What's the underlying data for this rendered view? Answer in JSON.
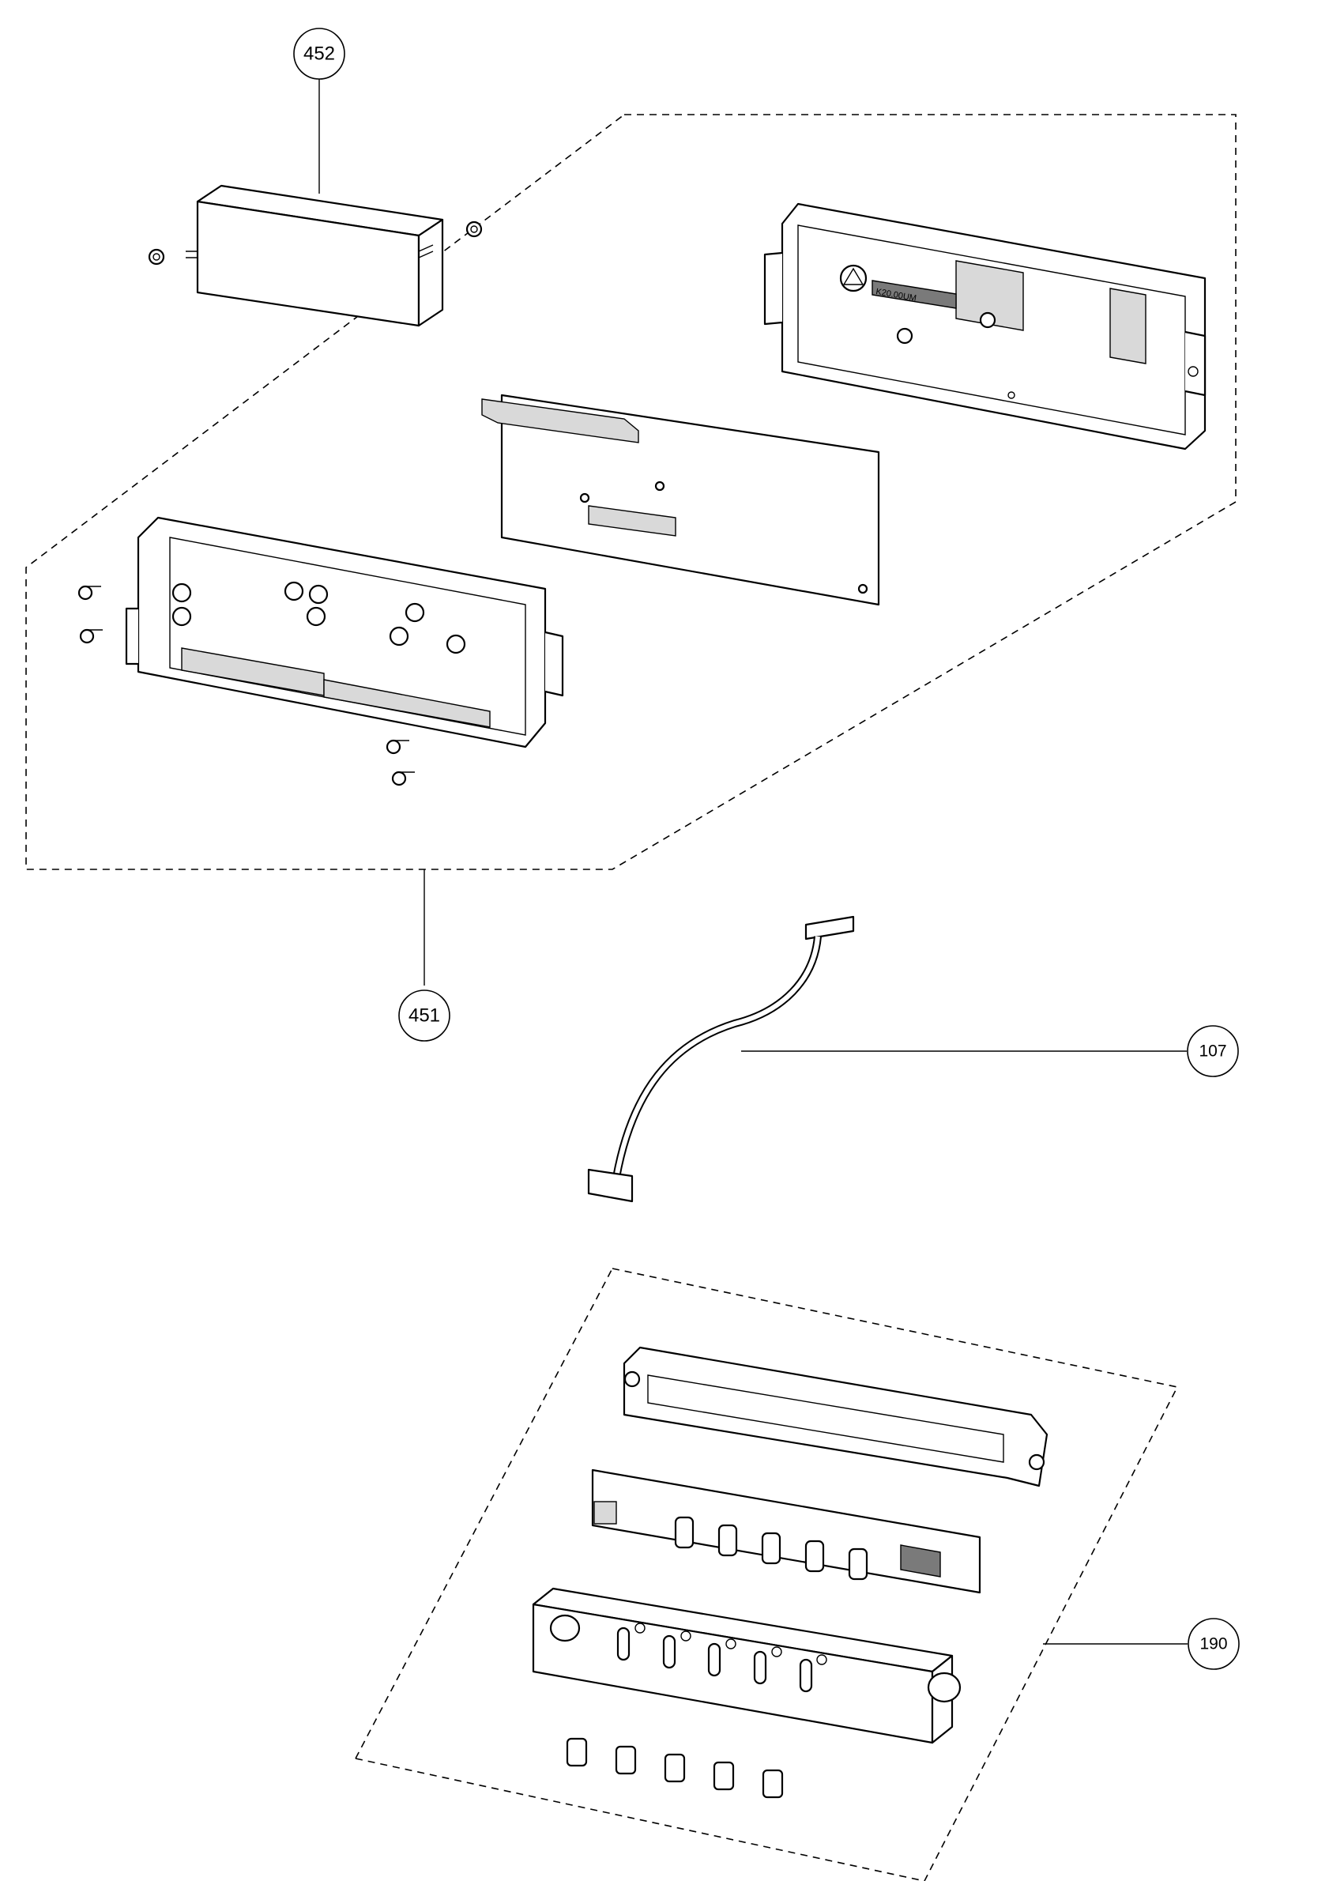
{
  "callouts": {
    "c452": "452",
    "c451": "451",
    "c107": "107",
    "c190": "190"
  },
  "labels": {
    "housing_stamp": "K20.00UM"
  },
  "colors": {
    "line": "#000000",
    "background": "#ffffff"
  }
}
